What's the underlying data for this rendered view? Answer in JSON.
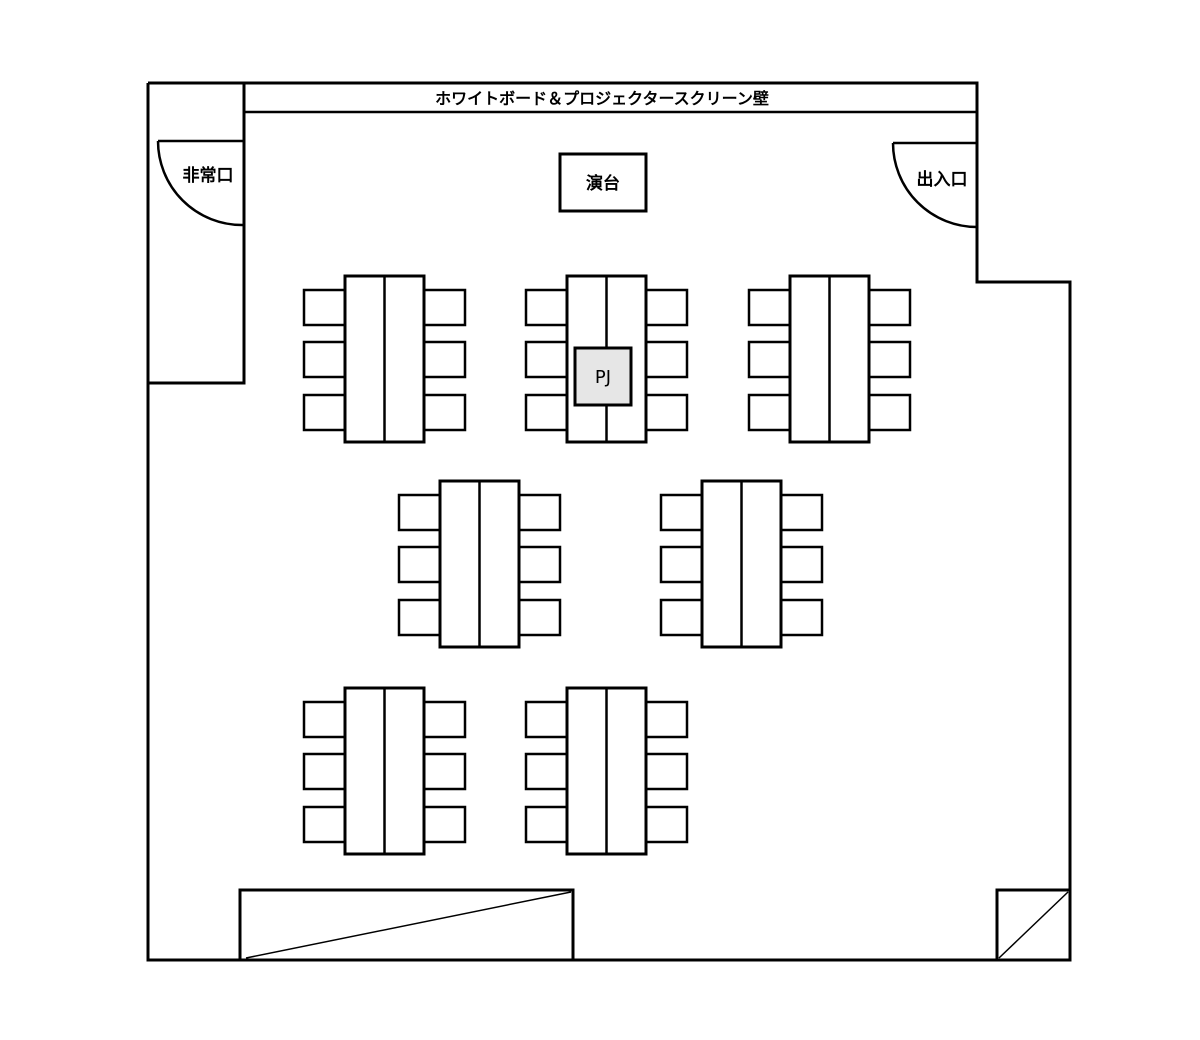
{
  "labels": {
    "whiteboard_wall": "ホワイトボード＆プロジェクタースクリーン壁",
    "podium": "演台",
    "emergency_exit": "非常口",
    "entrance": "出入口",
    "projector": "PJ"
  },
  "tables": [
    {
      "id": "table-1",
      "row": 1,
      "position": "left"
    },
    {
      "id": "table-2",
      "row": 1,
      "position": "center",
      "has_projector": true
    },
    {
      "id": "table-3",
      "row": 1,
      "position": "right"
    },
    {
      "id": "table-4",
      "row": 2,
      "position": "left"
    },
    {
      "id": "table-5",
      "row": 2,
      "position": "right"
    },
    {
      "id": "table-6",
      "row": 3,
      "position": "left"
    },
    {
      "id": "table-7",
      "row": 3,
      "position": "center"
    }
  ],
  "chairs_per_side": 3,
  "colors": {
    "line": "#000000",
    "background": "#ffffff",
    "projector_fill": "#e6e6e6"
  }
}
